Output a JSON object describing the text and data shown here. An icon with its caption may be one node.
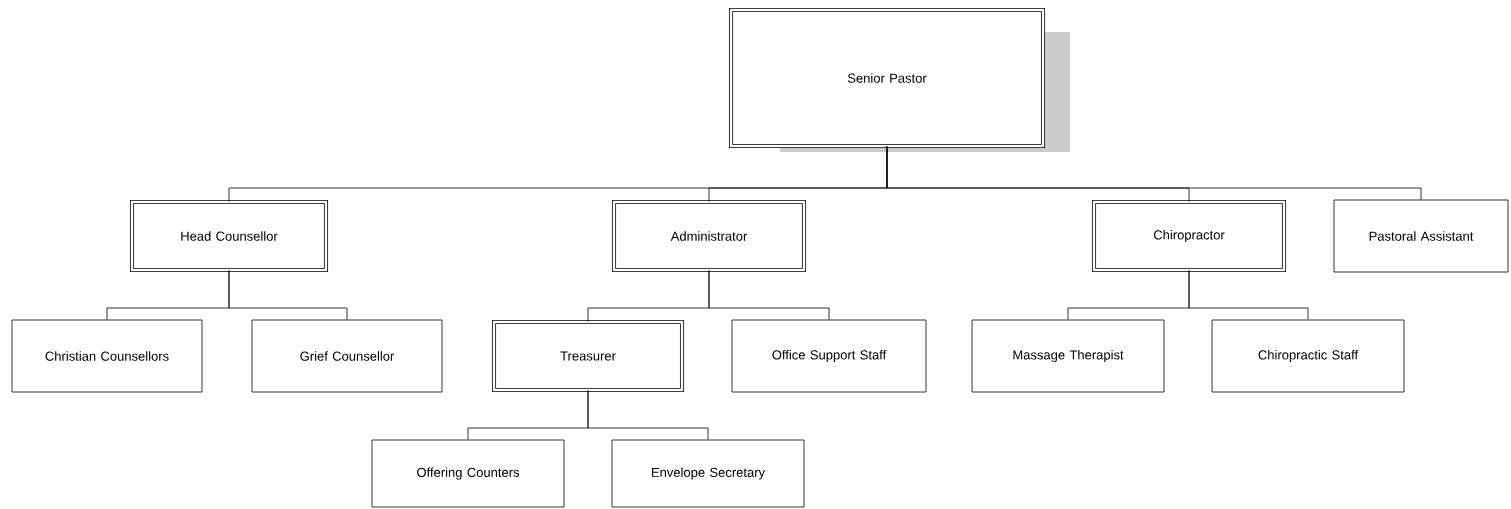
{
  "diagram": {
    "nodes": [
      {
        "text": [
          "Senior Pastor"
        ]
      },
      {
        "text": [
          "Head Counsellor"
        ]
      },
      {
        "text": [
          "Administrator"
        ]
      },
      {
        "text": [
          "Chiropractor"
        ]
      },
      {
        "text": [
          "Pastoral Assistant"
        ]
      },
      {
        "text": [
          "Christian Counsellors"
        ]
      },
      {
        "text": [
          "Grief Counsellor"
        ]
      },
      {
        "text": [
          "Treasurer"
        ]
      },
      {
        "text": [
          "Office Support Staff"
        ]
      },
      {
        "text": [
          "Massage Therapist"
        ]
      },
      {
        "text": [
          "Chiropractic Staff"
        ]
      },
      {
        "text": [
          "Offering Counters"
        ]
      },
      {
        "text": [
          "Envelope Secretary"
        ]
      }
    ],
    "edges": [
      {
        "from": 0,
        "to": 1,
        "arrow": "none"
      },
      {
        "from": 0,
        "to": 2,
        "arrow": "none"
      },
      {
        "from": 0,
        "to": 3,
        "arrow": "none"
      },
      {
        "from": 0,
        "to": 4,
        "arrow": "none"
      },
      {
        "from": 1,
        "to": 5,
        "arrow": "none"
      },
      {
        "from": 1,
        "to": 6,
        "arrow": "none"
      },
      {
        "from": 2,
        "to": 7,
        "arrow": "none"
      },
      {
        "from": 2,
        "to": 8,
        "arrow": "none"
      },
      {
        "from": 3,
        "to": 9,
        "arrow": "none"
      },
      {
        "from": 3,
        "to": 10,
        "arrow": "none"
      },
      {
        "from": 7,
        "to": 11,
        "arrow": "none"
      },
      {
        "from": 7,
        "to": 12,
        "arrow": "none"
      }
    ]
  }
}
